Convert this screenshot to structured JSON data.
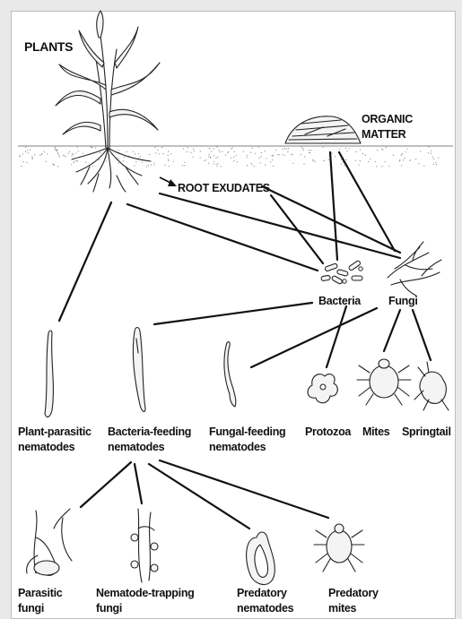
{
  "labels": {
    "plants": "PLANTS",
    "organic_matter_1": "ORGANIC",
    "organic_matter_2": "MATTER",
    "root_exudates": "ROOT EXUDATES",
    "bacteria": "Bacteria",
    "fungi": "Fungi",
    "plant_parasitic_1": "Plant-parasitic",
    "plant_parasitic_2": "nematodes",
    "bacteria_feeding_1": "Bacteria-feeding",
    "bacteria_feeding_2": "nematodes",
    "fungal_feeding_1": "Fungal-feeding",
    "fungal_feeding_2": "nematodes",
    "protozoa": "Protozoa",
    "mites": "Mites",
    "springtail": "Springtail",
    "parasitic_fungi_1": "Parasitic",
    "parasitic_fungi_2": "fungi",
    "nematode_trapping_1": "Nematode-trapping",
    "nematode_trapping_2": "fungi",
    "predatory_nematodes_1": "Predatory",
    "predatory_nematodes_2": "nematodes",
    "predatory_mites_1": "Predatory",
    "predatory_mites_2": "mites"
  },
  "colors": {
    "background": "#e9e9e9",
    "frame": "#ffffff",
    "ink": "#111111"
  }
}
